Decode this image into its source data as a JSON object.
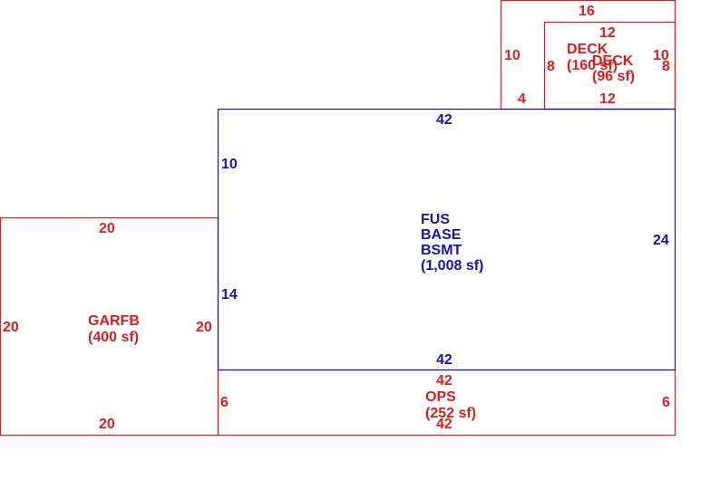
{
  "colors": {
    "red": "#dd1c1c",
    "blue": "#1414b4",
    "background": "#ffffff"
  },
  "areas": {
    "fus": {
      "line1": "FUS",
      "line2": "BASE",
      "line3": "BSMT",
      "area": "(1,008 sf)",
      "dims": {
        "top": "42",
        "bottom": "42",
        "right": "24",
        "left_upper": "10",
        "left_lower": "14"
      }
    },
    "garfb": {
      "name": "GARFB",
      "area": "(400 sf)",
      "dims": {
        "top": "20",
        "bottom": "20",
        "left": "20",
        "right": "20"
      }
    },
    "ops": {
      "name": "OPS",
      "area": "(252 sf)",
      "dims": {
        "top": "42",
        "bottom": "42",
        "left": "6",
        "right": "6"
      }
    },
    "deck_large": {
      "name": "DECK",
      "area": "(160 sf)",
      "dims": {
        "top": "16",
        "left": "10",
        "right": "10",
        "bottom_left": "4"
      }
    },
    "deck_small": {
      "name": "DECK",
      "area": "(96 sf)",
      "dims": {
        "top": "12",
        "bottom": "12",
        "left": "8",
        "right": "8"
      }
    }
  }
}
